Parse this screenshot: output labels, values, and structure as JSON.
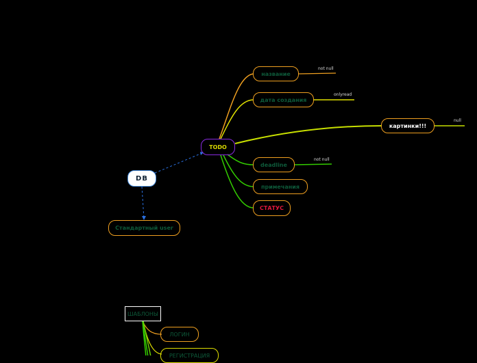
{
  "nodes": {
    "db": "DB",
    "standard_user": "Стандартный user",
    "todo": "TODO",
    "name": "название",
    "date_created": "дата создания",
    "images": "картинки!!!",
    "deadline": "deadline",
    "notes": "примечания",
    "status": "СТАТУС",
    "templates": "ШАБЛОНЫ",
    "login": "ЛОГИН",
    "registration": "РЕГИСТРАЦИЯ"
  },
  "annotations": {
    "name_note": "not null",
    "date_note": "onlyread",
    "images_note": "null",
    "deadline_note": "not null"
  },
  "colors": {
    "background": "#000000",
    "db_border": "#ffffff",
    "todo_border": "#8a2be2",
    "todo_text": "#d8d800",
    "branch_orange": "#f0a020",
    "branch_yellow": "#e0e000",
    "branch_green": "#33cc00",
    "node_text_dark": "#0e5a3a",
    "status_text": "#e0183c",
    "dashed_link": "#2a70e0"
  }
}
